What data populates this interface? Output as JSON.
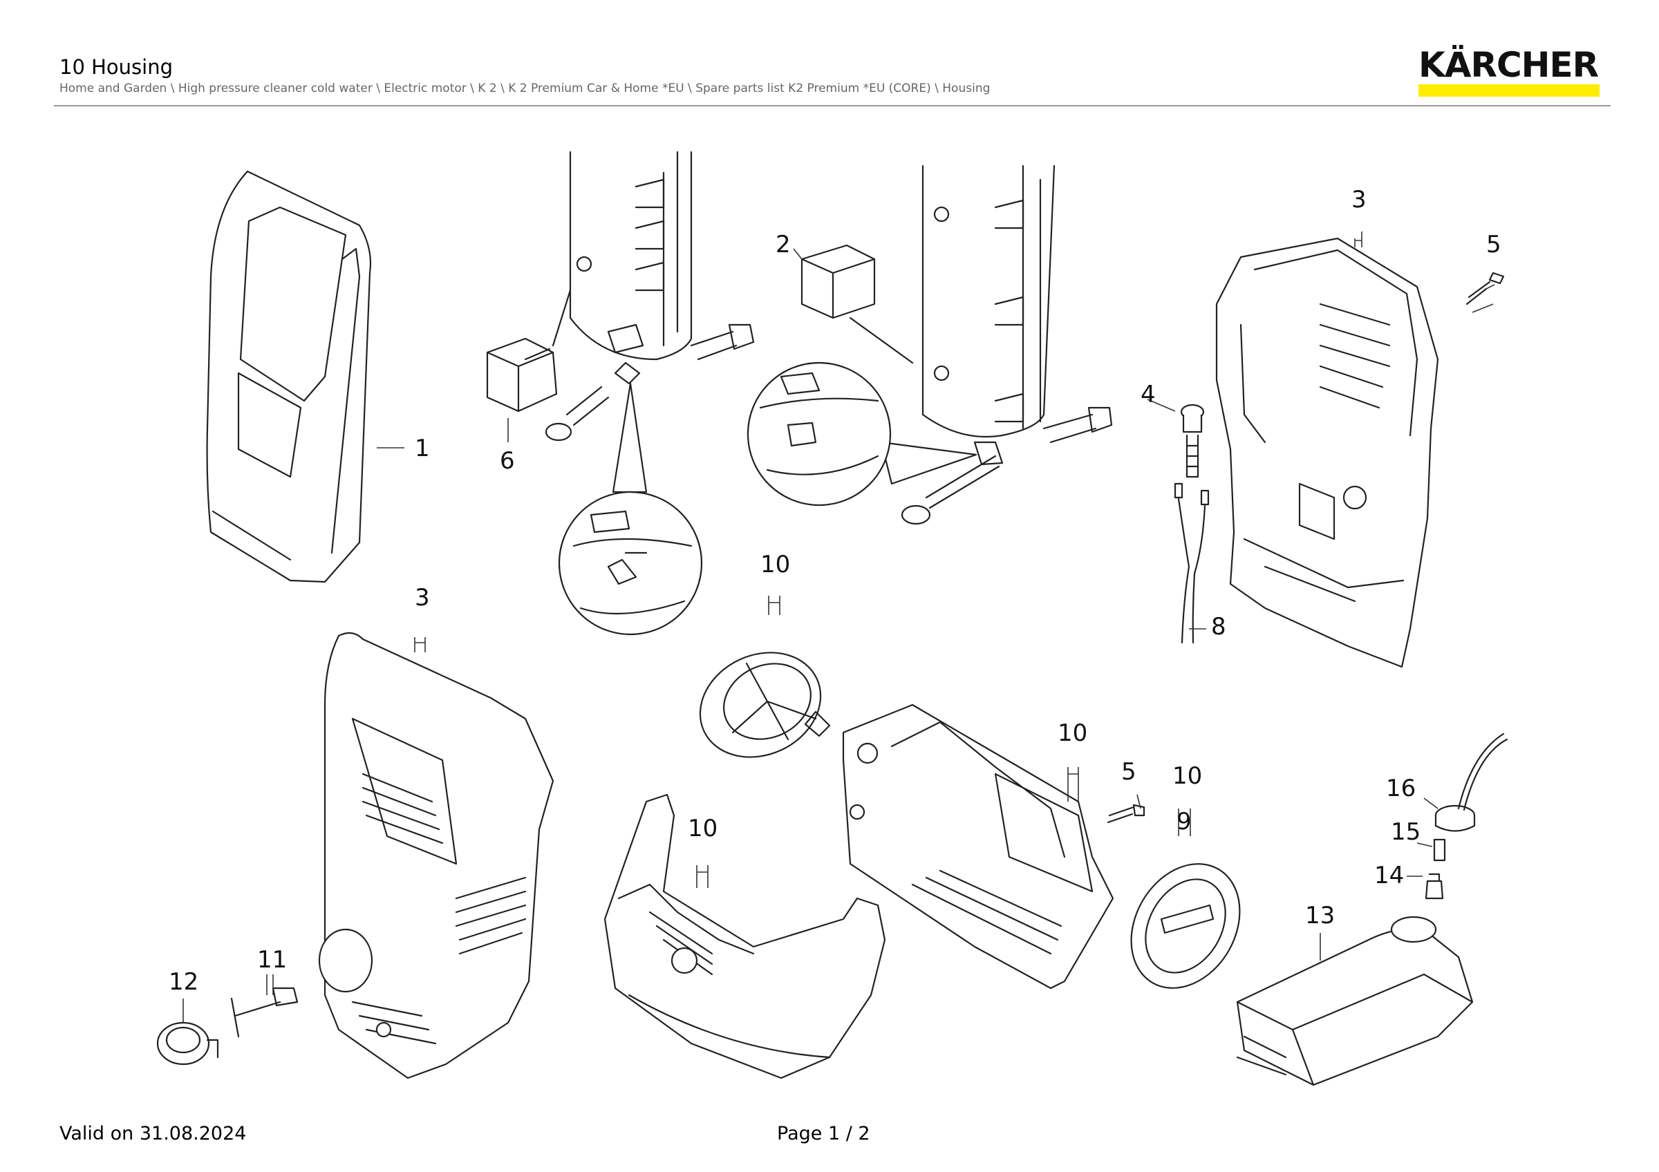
{
  "header": {
    "title": "10 Housing",
    "breadcrumb": "Home and Garden \\ High pressure cleaner cold water \\ Electric motor \\ K 2 \\ K 2 Premium Car & Home *EU \\ Spare parts list K2 Premium *EU (CORE) \\ Housing",
    "logo_text": "KÄRCHER",
    "brand_color": "#FFED00"
  },
  "diagram": {
    "labels": {
      "p1": "1",
      "p2": "2",
      "p3a": "3",
      "p3b": "3",
      "p4": "4",
      "p5a": "5",
      "p5b": "5",
      "p6": "6",
      "p8": "8",
      "p9": "9",
      "p10a": "10",
      "p10b": "10",
      "p10c": "10",
      "p10d": "10",
      "p11": "11",
      "p12": "12",
      "p13": "13",
      "p14": "14",
      "p15": "15",
      "p16": "16"
    }
  },
  "footer": {
    "valid": "Valid on 31.08.2024",
    "page": "Page 1 / 2"
  }
}
